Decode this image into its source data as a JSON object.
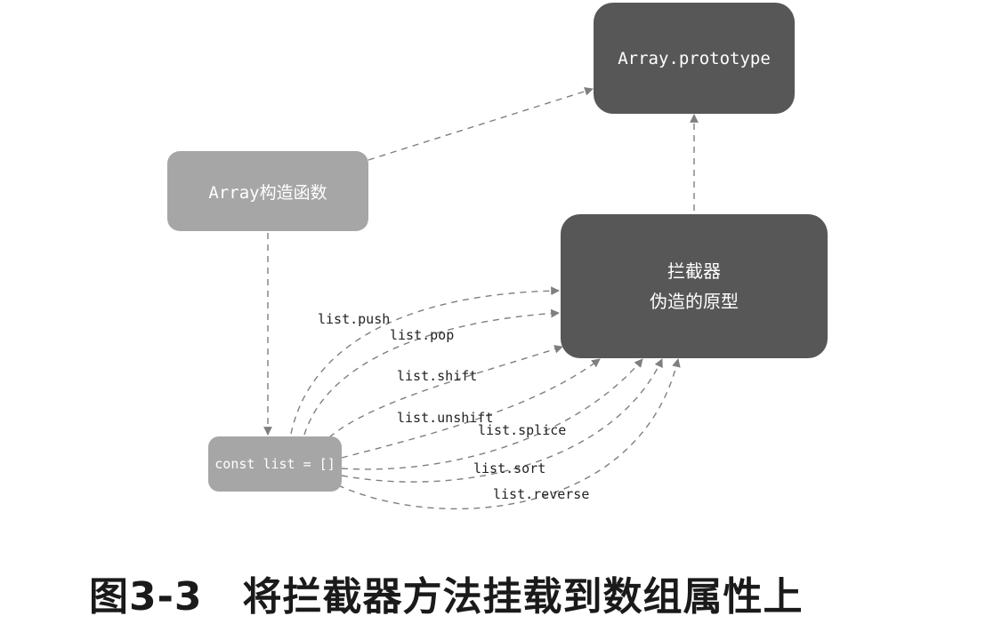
{
  "nodes": {
    "array_prototype": "Array.prototype",
    "array_constructor": "Array构造函数",
    "interceptor_line1": "拦截器",
    "interceptor_line2": "伪造的原型",
    "list_instance": "const list = []"
  },
  "methods": [
    "list.push",
    "list.pop",
    "list.shift",
    "list.unshift",
    "list.splice",
    "list.sort",
    "list.reverse"
  ],
  "caption": "图3-3　将拦截器方法挂载到数组属性上",
  "colors": {
    "dark_box": "#575757",
    "light_box": "#a6a6a6",
    "arrow": "#7f7f7f",
    "caption": "#1a1a1a"
  }
}
